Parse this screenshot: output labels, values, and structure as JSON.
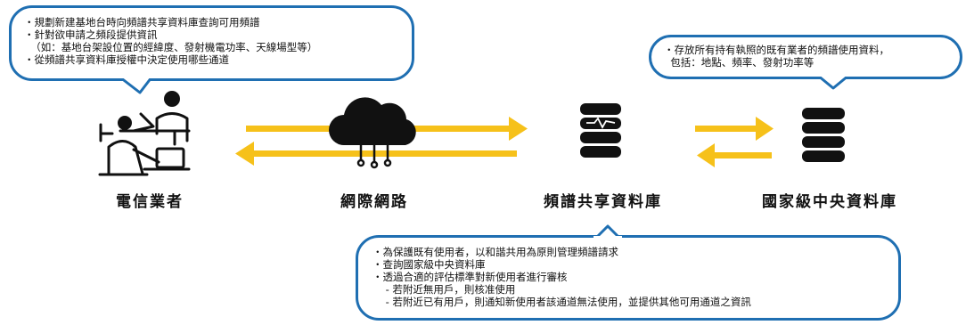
{
  "nodes": {
    "telecom": "電信業者",
    "network": "網際網路",
    "sas": "頻譜共享資料庫",
    "national_db": "國家級中央資料庫"
  },
  "callouts": {
    "telecom": [
      "・規劃新建基地台時向頻譜共享資料庫查詢可用頻譜",
      "・針對欲申請之頻段提供資訊",
      "  （如：基地台架設位置的經緯度、發射機電功率、天線場型等）",
      "・從頻譜共享資料庫授權中決定使用哪些通道"
    ],
    "national_db": [
      "・存放所有持有執照的既有業者的頻譜使用資料，",
      "  包括：地點、頻率、發射功率等"
    ],
    "sas": [
      "・為保護既有使用者，以和諧共用為原則管理頻譜請求",
      "・查詢國家級中央資料庫",
      "・透過合適的評估標準對新使用者進行審核",
      "    - 若附近無用戶，則核准使用",
      "    - 若附近已有用戶，則通知新使用者該通道無法使用，並提供其他可用通道之資訊"
    ]
  },
  "colors": {
    "bubble_border": "#1f6fb2",
    "arrow": "#f6c11a",
    "icon": "#111111"
  },
  "icons": {
    "telecom": "office-workers-icon",
    "network": "cloud-network-icon",
    "sas": "database-pulse-icon",
    "national_db": "database-icon"
  }
}
